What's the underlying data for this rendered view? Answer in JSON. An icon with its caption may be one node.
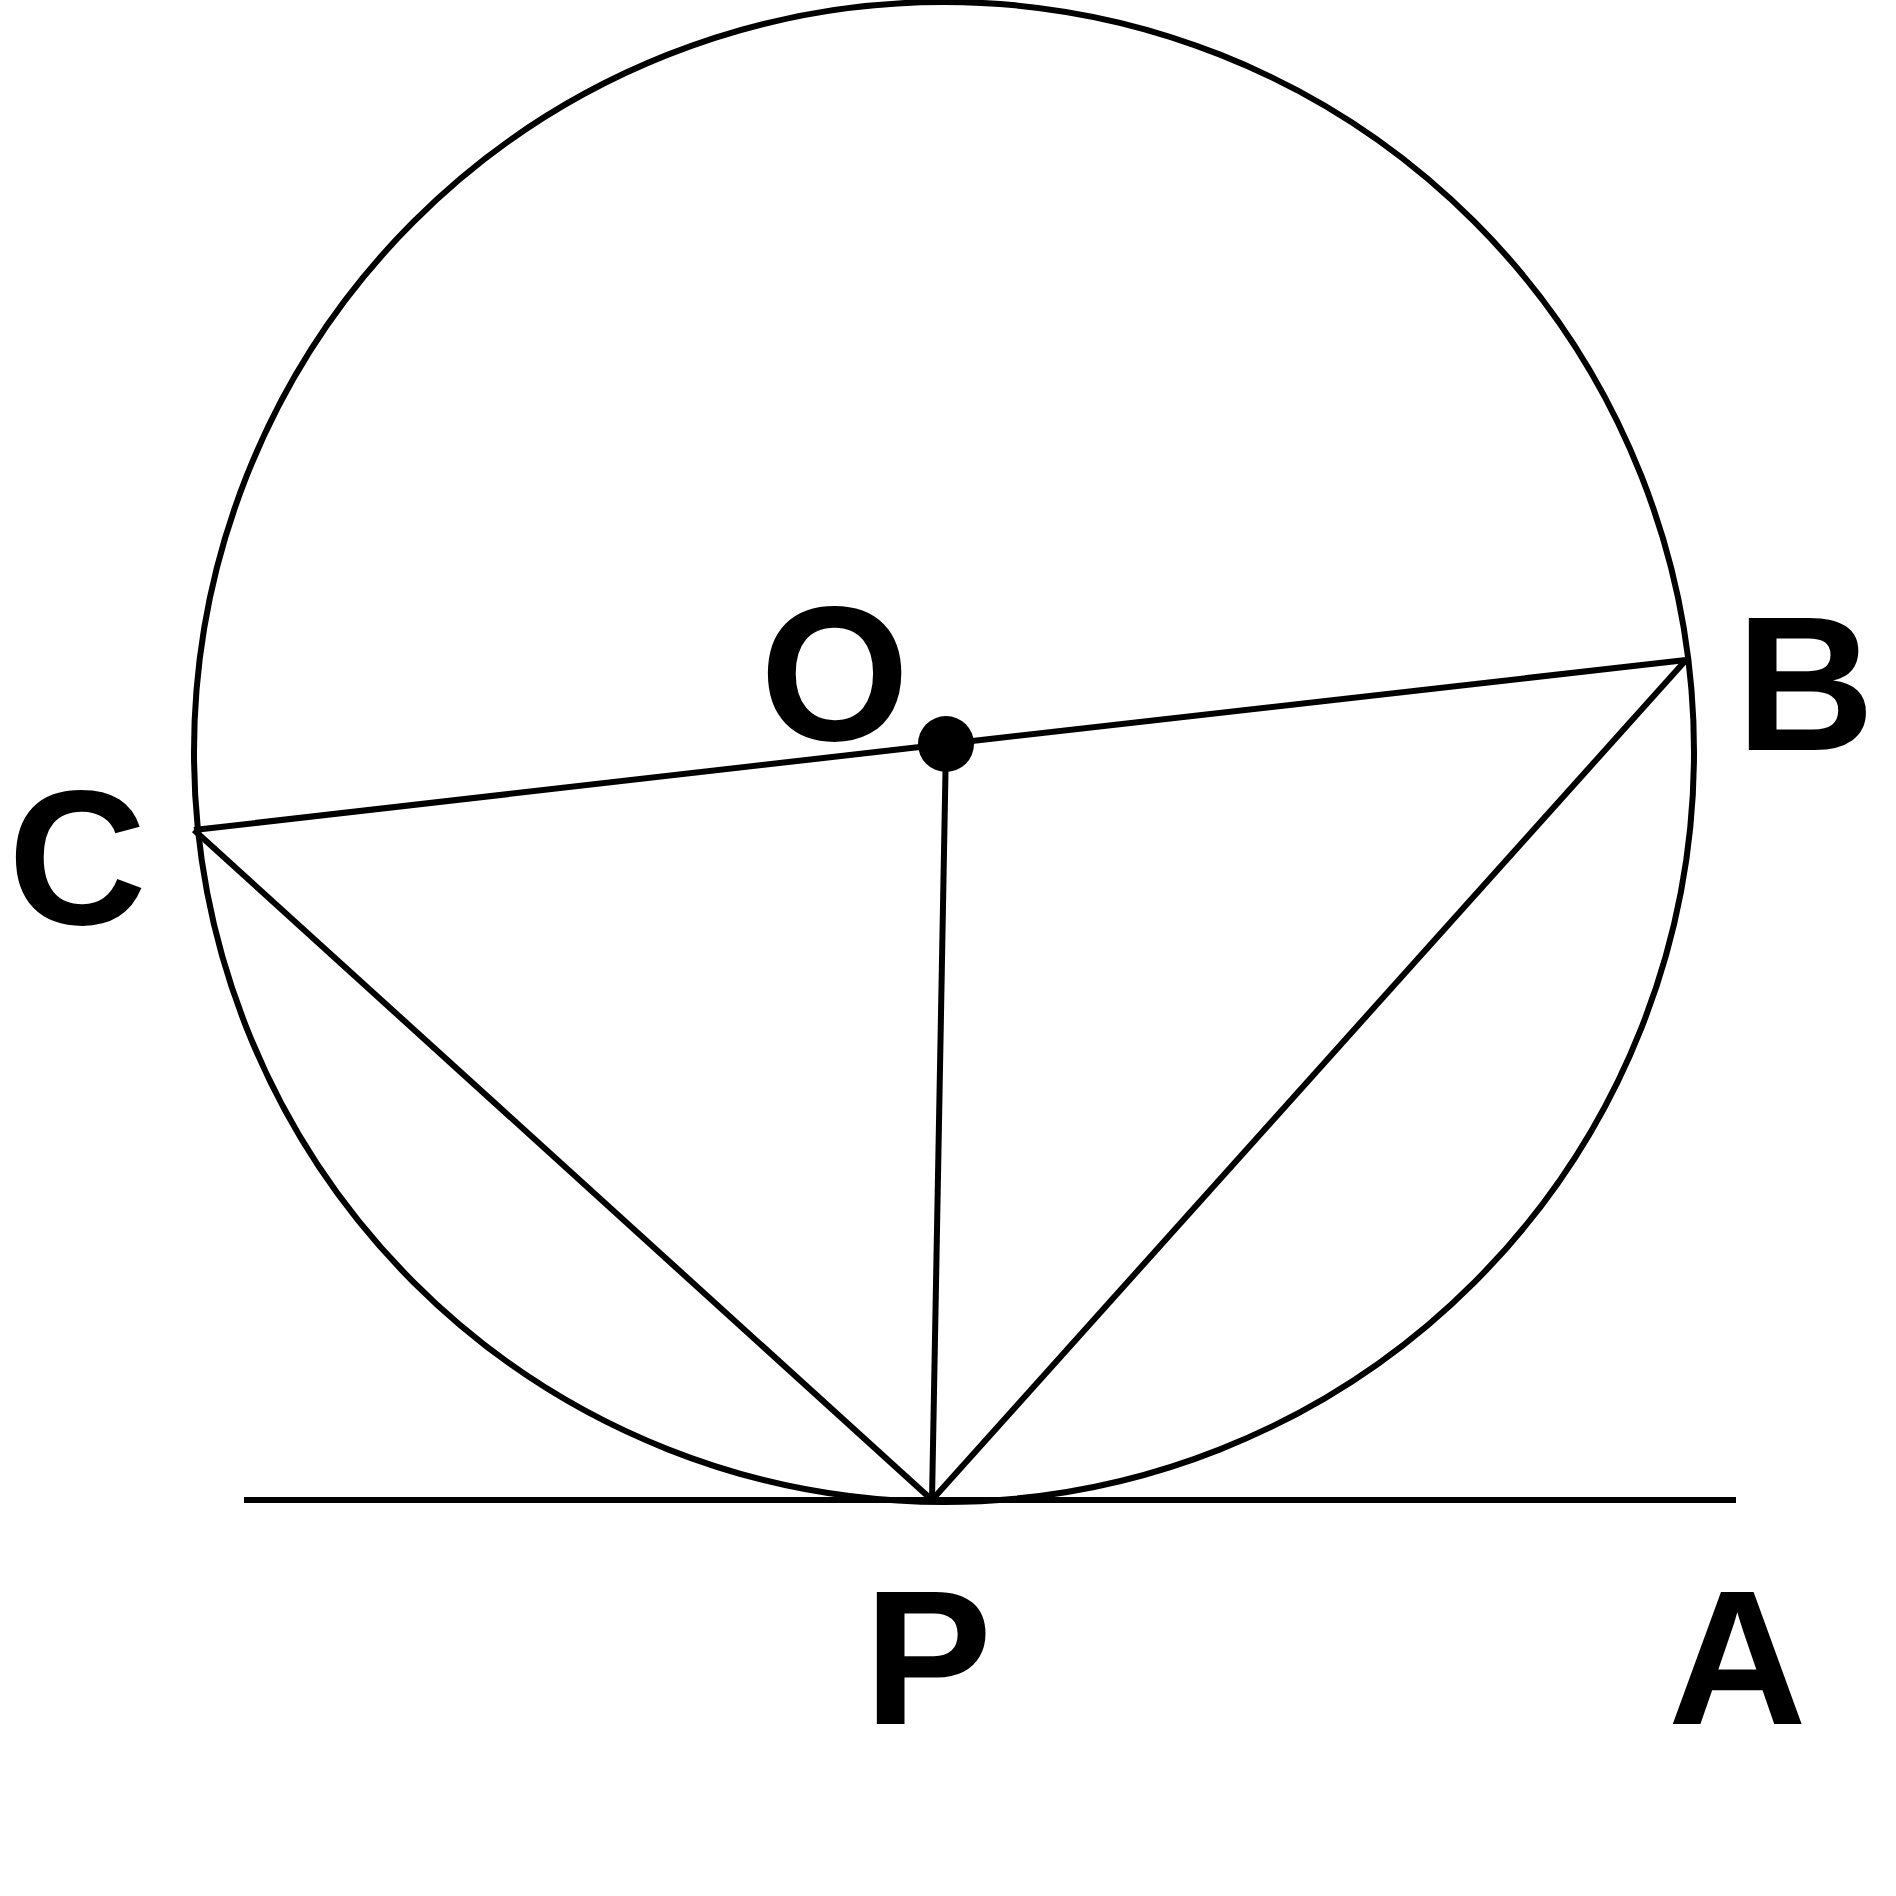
{
  "diagram": {
    "nodes": [
      {
        "text": [
          "O"
        ]
      },
      {
        "text": [
          "B"
        ]
      },
      {
        "text": [
          "C"
        ]
      },
      {
        "text": [
          "P"
        ]
      },
      {
        "text": [
          "A"
        ]
      }
    ],
    "edges": [
      {
        "from": 2,
        "to": 0,
        "arrow": "none"
      },
      {
        "from": 0,
        "to": 1,
        "arrow": "none"
      },
      {
        "from": 0,
        "to": 3,
        "arrow": "none"
      },
      {
        "from": 2,
        "to": 3,
        "arrow": "none"
      },
      {
        "from": 1,
        "to": 3,
        "arrow": "none"
      },
      {
        "from": 3,
        "to": 4,
        "arrow": "none"
      }
    ]
  }
}
